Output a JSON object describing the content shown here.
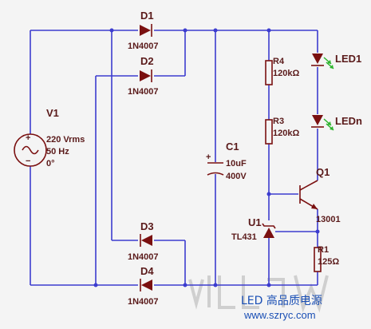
{
  "source": {
    "name": "V1",
    "voltage": "220 Vrms",
    "freq": "50 Hz",
    "phase": "0°",
    "plus": "+",
    "minus": "−"
  },
  "diodes": [
    {
      "ref": "D1",
      "part": "1N4007"
    },
    {
      "ref": "D2",
      "part": "1N4007"
    },
    {
      "ref": "D3",
      "part": "1N4007"
    },
    {
      "ref": "D4",
      "part": "1N4007"
    }
  ],
  "capacitor": {
    "ref": "C1",
    "value": "10uF",
    "voltage": "400V",
    "plus": "+"
  },
  "resistors": [
    {
      "ref": "R4",
      "value": "120kΩ"
    },
    {
      "ref": "R3",
      "value": "120kΩ"
    },
    {
      "ref": "R1",
      "value": "125Ω"
    }
  ],
  "leds": [
    {
      "ref": "LED1"
    },
    {
      "ref": "LEDn"
    }
  ],
  "transistor": {
    "ref": "Q1",
    "part": "13001"
  },
  "regulator": {
    "ref": "U1",
    "part": "TL431"
  },
  "watermark": {
    "line1": "LED 高品质电源",
    "line2": "www.szryc.com"
  },
  "colors": {
    "wire": "#3c3ccf",
    "component": "#7a1010",
    "label": "#5a1a1a",
    "led_rays": "#2bb32b",
    "watermark": "#1a4fb5"
  }
}
